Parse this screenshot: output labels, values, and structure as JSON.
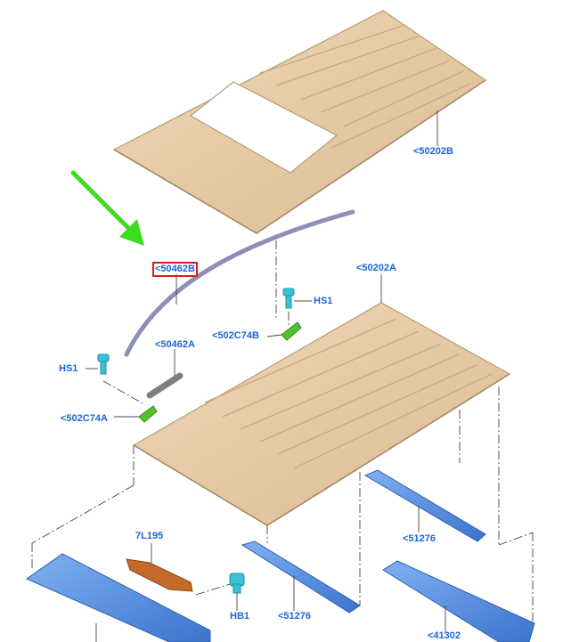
{
  "labels": {
    "roof_rear_panel": "<50202B",
    "roof_front_panel": "<50202A",
    "drip_molding_rear": "<50462B",
    "drip_molding_front": "<50462A",
    "bracket_right": "<502C74B",
    "bracket_left": "<502C74A",
    "screw_right": "HS1",
    "screw_left": "HS1",
    "bracket_part": "7L195",
    "bolt": "HB1",
    "bow_rear": "<51276",
    "bow_front": "<51276",
    "header_panel": "<41302"
  },
  "highlighted_label": "<50462B",
  "arrow_color": "#3ddc1f",
  "colors": {
    "roof_panel": "#e5c8a2",
    "panel_outline": "#b89a74",
    "label_text": "#1a66d6",
    "highlight_box": "#e01919",
    "molding": "#8e8fb8",
    "blue_parts": "#4f86dc",
    "green_brackets": "#55c22d",
    "orange_bracket": "#c46a2a",
    "cyan_fasteners": "#39c2d6"
  },
  "icons": [
    "pointer-arrow-icon"
  ]
}
